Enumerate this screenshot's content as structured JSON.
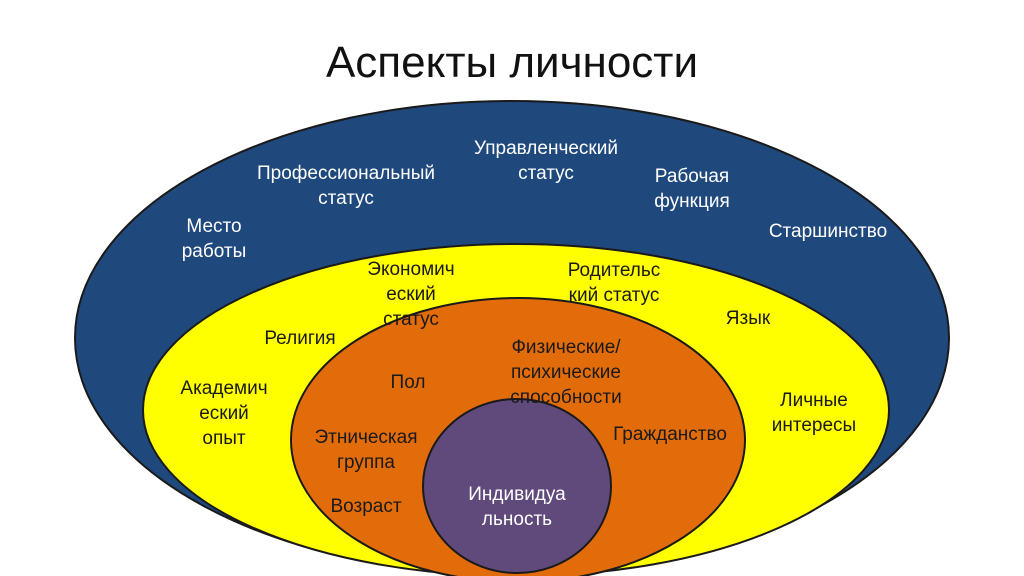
{
  "title": "Аспекты личности",
  "colors": {
    "outer": "#1f497d",
    "middle": "#ffff00",
    "inner": "#e36c0a",
    "core": "#604a7b",
    "outline": "#1a1a1a"
  },
  "rings": {
    "outer": {
      "labels": [
        [
          "Управленческий",
          "статус"
        ],
        [
          "Профессиональный",
          "статус"
        ],
        [
          "Рабочая",
          "функция"
        ],
        [
          "Место",
          "работы"
        ],
        [
          "Старшинство"
        ]
      ]
    },
    "middle": {
      "labels": [
        [
          "Экономич",
          "еский",
          "статус"
        ],
        [
          "Родительс",
          "кий статус"
        ],
        [
          "Язык"
        ],
        [
          "Религия"
        ],
        [
          "Академич",
          "еский",
          "опыт"
        ],
        [
          "Личные",
          "интересы"
        ]
      ]
    },
    "inner": {
      "labels": [
        [
          "Физические/",
          "психические",
          "способности"
        ],
        [
          "Пол"
        ],
        [
          "Этническая",
          "группа"
        ],
        [
          "Гражданство"
        ],
        [
          "Возраст"
        ]
      ]
    },
    "core": {
      "labels": [
        [
          "Индивидуа",
          "льность"
        ]
      ]
    }
  }
}
